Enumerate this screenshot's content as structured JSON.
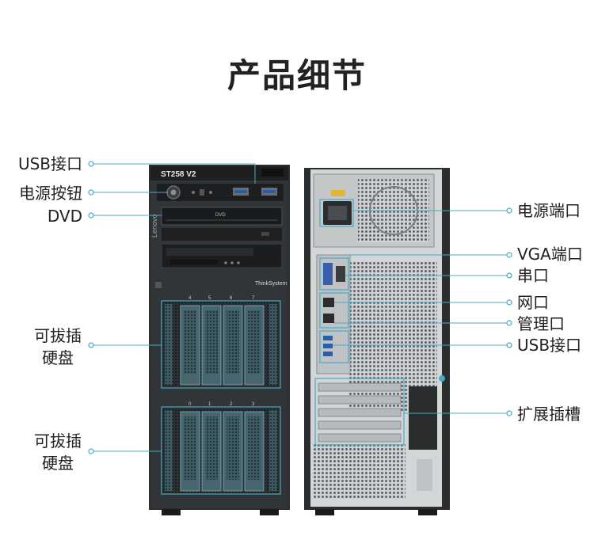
{
  "page_title": "产品细节",
  "front_panel": {
    "model_label": "ST258 V2",
    "brand_side": "Lenovo",
    "brand_badge": "ThinkSystem",
    "dvd_text": "DVD",
    "bay_numbers_upper": [
      "4",
      "5",
      "6",
      "7"
    ],
    "bay_numbers_lower": [
      "0",
      "1",
      "2",
      "3"
    ]
  },
  "left_labels": {
    "usb": "USB接口",
    "power_button": "电源按钮",
    "dvd": "DVD",
    "hotswap_upper_line1": "可拔插",
    "hotswap_upper_line2": "硬盘",
    "hotswap_lower_line1": "可拔插",
    "hotswap_lower_line2": "硬盘"
  },
  "right_labels": {
    "power_port": "电源端口",
    "vga": "VGA端口",
    "serial": "串口",
    "network": "网口",
    "management": "管理口",
    "usb": "USB接口",
    "expansion": "扩展插槽"
  },
  "colors": {
    "accent": "#4aa8c8",
    "chassis": "#2b2d2f",
    "rear": "#d7d9da"
  }
}
